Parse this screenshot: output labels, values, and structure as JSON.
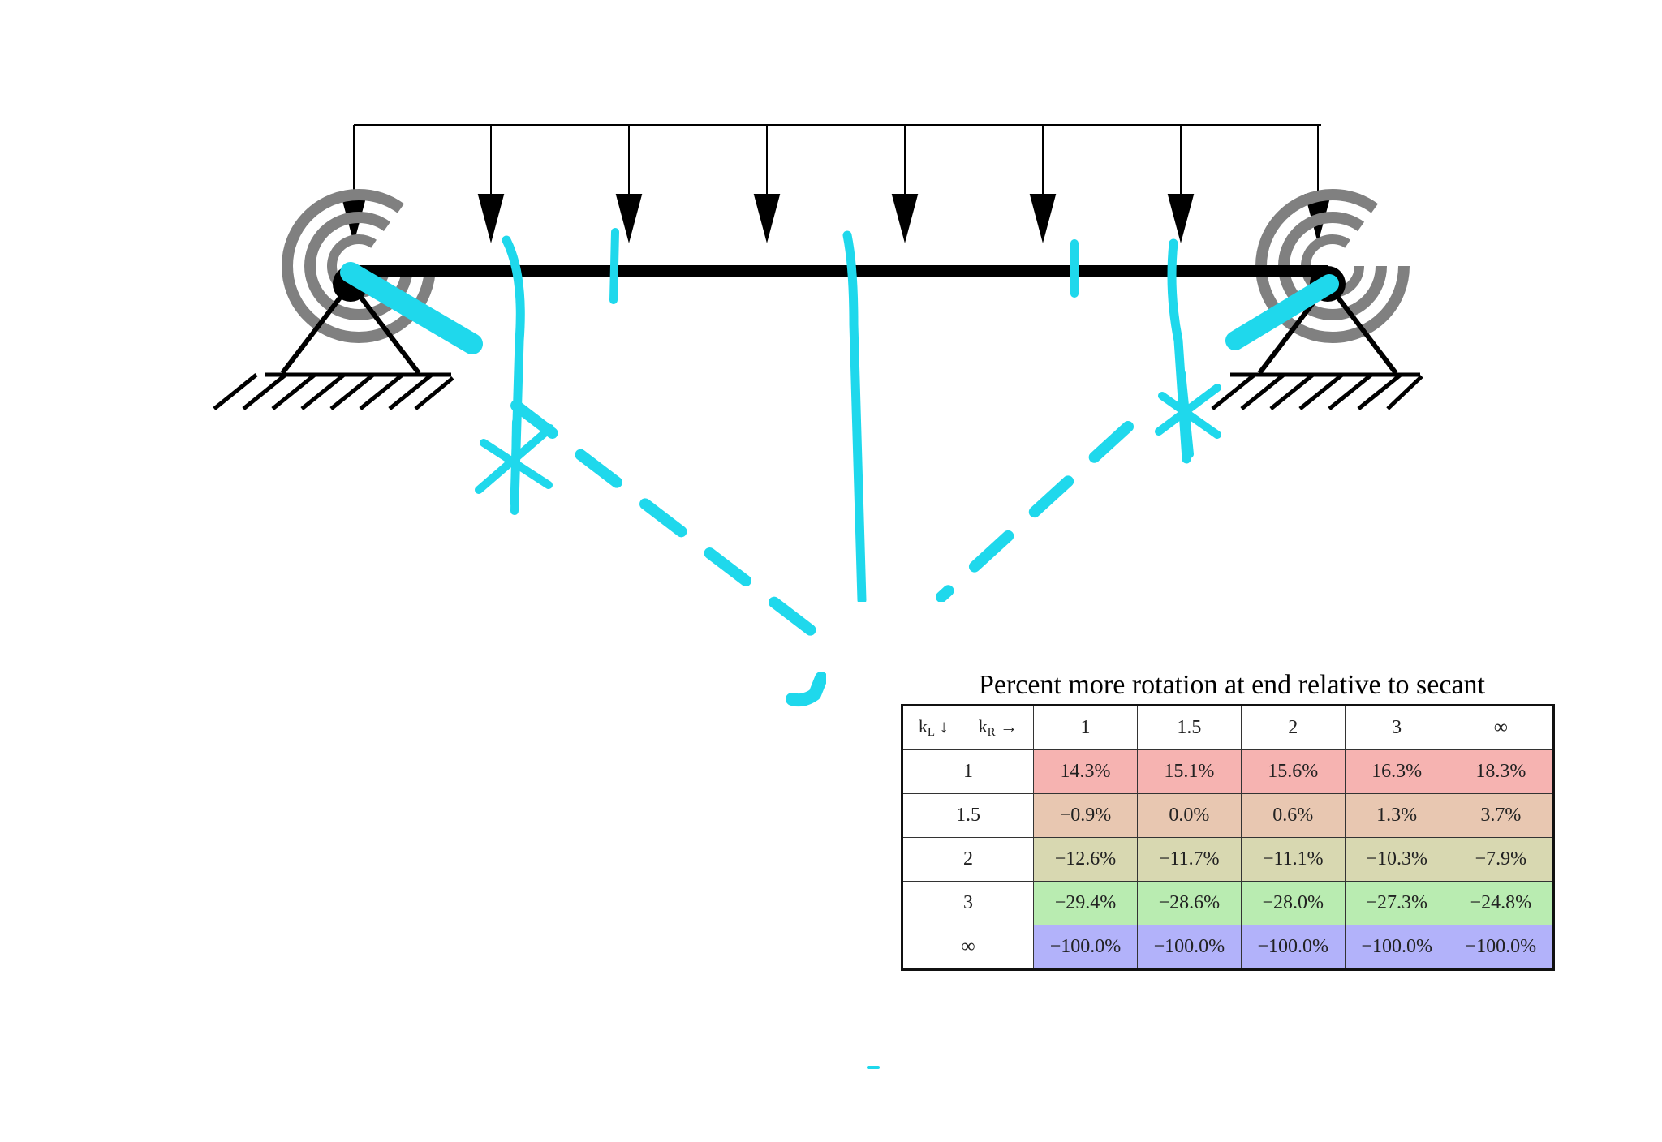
{
  "colors": {
    "annotation": "#1fd8ec",
    "beam": "#000000",
    "spring_grey": "#808080",
    "row_1": "#f6b3b1",
    "row_1_5": "#e8c7b1",
    "row_2": "#d8d8b1",
    "row_3": "#b9ecb1",
    "row_inf": "#b2b2fa"
  },
  "diagram": {
    "elements": [
      "uniform-distributed-load",
      "beam",
      "left-rotational-spring-support",
      "right-rotational-spring-support",
      "handwritten-annotations"
    ]
  },
  "table": {
    "title": "Percent more rotation at end relative to secant",
    "corner": {
      "kl": "k",
      "kl_sub": "L",
      "kl_arrow": "↓",
      "kr": "k",
      "kr_sub": "R",
      "kr_arrow": "→"
    },
    "col_headers": [
      "1",
      "1.5",
      "2",
      "3",
      "∞"
    ],
    "rows": [
      {
        "label": "1",
        "color": "#f6b3b1",
        "cells": [
          "14.3%",
          "15.1%",
          "15.6%",
          "16.3%",
          "18.3%"
        ]
      },
      {
        "label": "1.5",
        "color": "#e8c7b1",
        "cells": [
          "−0.9%",
          "0.0%",
          "0.6%",
          "1.3%",
          "3.7%"
        ]
      },
      {
        "label": "2",
        "color": "#d8d8b1",
        "cells": [
          "−12.6%",
          "−11.7%",
          "−11.1%",
          "−10.3%",
          "−7.9%"
        ]
      },
      {
        "label": "3",
        "color": "#b9ecb1",
        "cells": [
          "−29.4%",
          "−28.6%",
          "−28.0%",
          "−27.3%",
          "−24.8%"
        ]
      },
      {
        "label": "∞",
        "color": "#b2b2fa",
        "cells": [
          "−100.0%",
          "−100.0%",
          "−100.0%",
          "−100.0%",
          "−100.0%"
        ]
      }
    ]
  }
}
